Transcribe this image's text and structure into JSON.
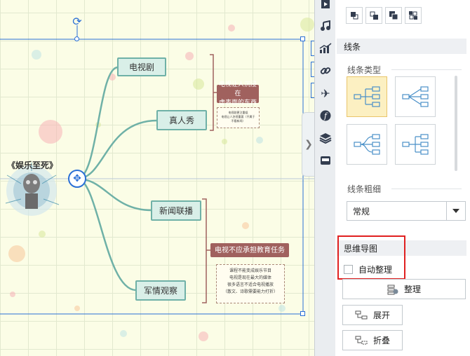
{
  "canvas": {
    "central_topic": "《娱乐至死》",
    "branches": [
      {
        "label": "电视剧"
      },
      {
        "label": "真人秀"
      },
      {
        "label": "新闻联播"
      },
      {
        "label": "军情观察"
      }
    ],
    "note_top_title": "电视让人沉浸在\n虚表面的东西",
    "note_top_body": "电视剧更注重娱\n电视让人忽视重要（不属于\n不看新闻）",
    "note_bottom_title": "电视不应承担教育任务",
    "note_bottom_body": "课程不能变成娱乐节目\n电视是现在最大的媒体\n很多语言不适合电视播放\n（散文、诗歌需要能力打折）",
    "rotate_icon": "rotate-icon",
    "move_icon": "move-icon"
  },
  "icon_strip": [
    "play-icon",
    "music-icon",
    "chart-icon",
    "link-icon",
    "airplane-icon",
    "flash-icon",
    "layers-icon",
    "inbox-icon"
  ],
  "panel": {
    "align_icons": [
      "align-topleft-icon",
      "align-overlap-icon",
      "align-stack-icon",
      "align-scatter-icon"
    ],
    "line_section_title": "线条",
    "line_type_label": "线条类型",
    "line_types": [
      "line-type-1",
      "line-type-2",
      "line-type-3",
      "line-type-4"
    ],
    "line_width_label": "线条粗细",
    "line_width_value": "常规",
    "mindmap_title": "思维导图",
    "auto_arrange_label": "自动整理",
    "arrange_button": "整理",
    "expand_button": "展开",
    "collapse_button": "折叠",
    "highlight_color": "#e02020",
    "accent_color": "#6fb1a7"
  }
}
